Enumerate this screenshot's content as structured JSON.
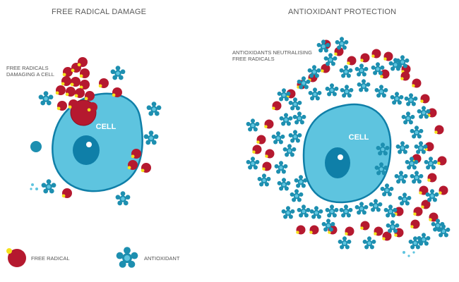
{
  "left_panel": {
    "title": "FREE RADICAL DAMAGE",
    "annotation": "FREE RADICALS\nDAMAGING A CELL",
    "cell_label": "CELL"
  },
  "right_panel": {
    "title": "ANTIOXIDANT PROTECTION",
    "annotation": "ANTIOXIDANTS NEUTRALISING\nFREE RADICALS",
    "cell_label": "CELL"
  },
  "legend": {
    "free_radical": "FREE RADICAL",
    "antioxidant": "ANTIOXIDANT"
  },
  "colors": {
    "free_radical": "#b5192f",
    "free_radical_electron": "#f5e11c",
    "antioxidant": "#1d8fb0",
    "antioxidant_light": "#5ec4df",
    "cell": "#5ec4df",
    "cell_border": "#0f7fa8",
    "nucleus": "#0f7fa8",
    "text": "#555555"
  }
}
